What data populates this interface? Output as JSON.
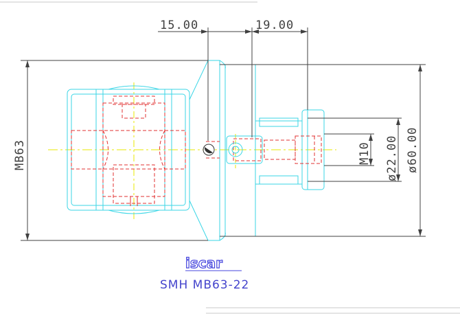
{
  "drawing": {
    "dimensions": {
      "top_left": "15.00",
      "top_right": "19.00",
      "left_vertical": "MB63",
      "thread": "M10",
      "diameter_small": "ø22.00",
      "diameter_large": "ø60.00"
    },
    "brand_logo_text": "iscar",
    "caption": "SMH MB63-22",
    "colors": {
      "body_outline": "#3ad6e6",
      "hidden_detail": "#e23030",
      "center_line": "#e8e800",
      "dimension": "#404040",
      "caption": "#4444cc",
      "border": "#c8c8c8"
    }
  }
}
